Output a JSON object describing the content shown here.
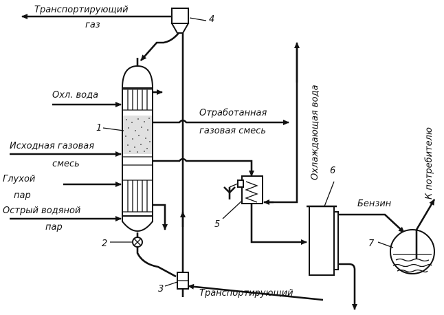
{
  "labels": {
    "transport_gas_top_1": "Транспортирующий",
    "transport_gas_top_2": "газ",
    "cooling_water_in": "Охл. вода",
    "spent_gas_1": "Отработанная",
    "spent_gas_2": "газовая смесь",
    "feed_gas_1": "Исходная газовая",
    "feed_gas_2": "смесь",
    "dry_steam_1": "Глухой",
    "dry_steam_2": "пар",
    "live_steam_1": "Острый водяной",
    "live_steam_2": "пар",
    "cooling_water_out": "Охлаждающая вода",
    "gasoline": "Бензин",
    "to_consumer": "К потребителю",
    "transport_bottom": "Транспортирующий"
  },
  "numbers": {
    "n1": "1",
    "n2": "2",
    "n3": "3",
    "n4": "4",
    "n5": "5",
    "n6": "6",
    "n7": "7"
  }
}
